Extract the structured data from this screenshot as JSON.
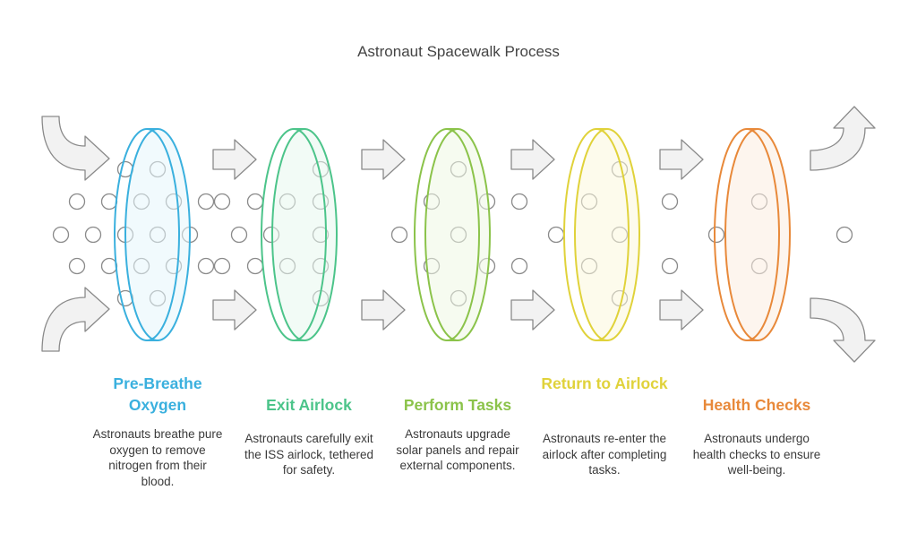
{
  "title": "Astronaut Spacewalk Process",
  "stages": [
    {
      "label": "Pre-Breathe Oxygen",
      "description": "Astronauts breathe pure oxygen to remove nitrogen from their blood.",
      "color": "#3AB0DE",
      "fill": "#E6F6FC"
    },
    {
      "label": "Exit Airlock",
      "description": "Astronauts carefully exit the ISS airlock, tethered for safety.",
      "color": "#4CC48A",
      "fill": "#E7F7EE"
    },
    {
      "label": "Perform Tasks",
      "description": "Astronauts upgrade solar panels and repair external components.",
      "color": "#8BC34A",
      "fill": "#EFF7E3"
    },
    {
      "label": "Return to Airlock",
      "description": "Astronauts re-enter the airlock after completing tasks.",
      "color": "#E0D23A",
      "fill": "#FBF8DC"
    },
    {
      "label": "Health Checks",
      "description": "Astronauts undergo health checks to ensure well-being.",
      "color": "#E8893A",
      "fill": "#FCEDE0"
    }
  ],
  "icons": {
    "flow_arrow": "right-arrow-icon",
    "curved_in": "curved-arrow-in-icon",
    "curved_out": "curved-arrow-out-icon",
    "particle": "particle-dot-icon"
  },
  "colors": {
    "arrow_fill": "#F2F2F2",
    "arrow_stroke": "#8A8A8A",
    "dot_stroke": "#8A8A8A"
  }
}
